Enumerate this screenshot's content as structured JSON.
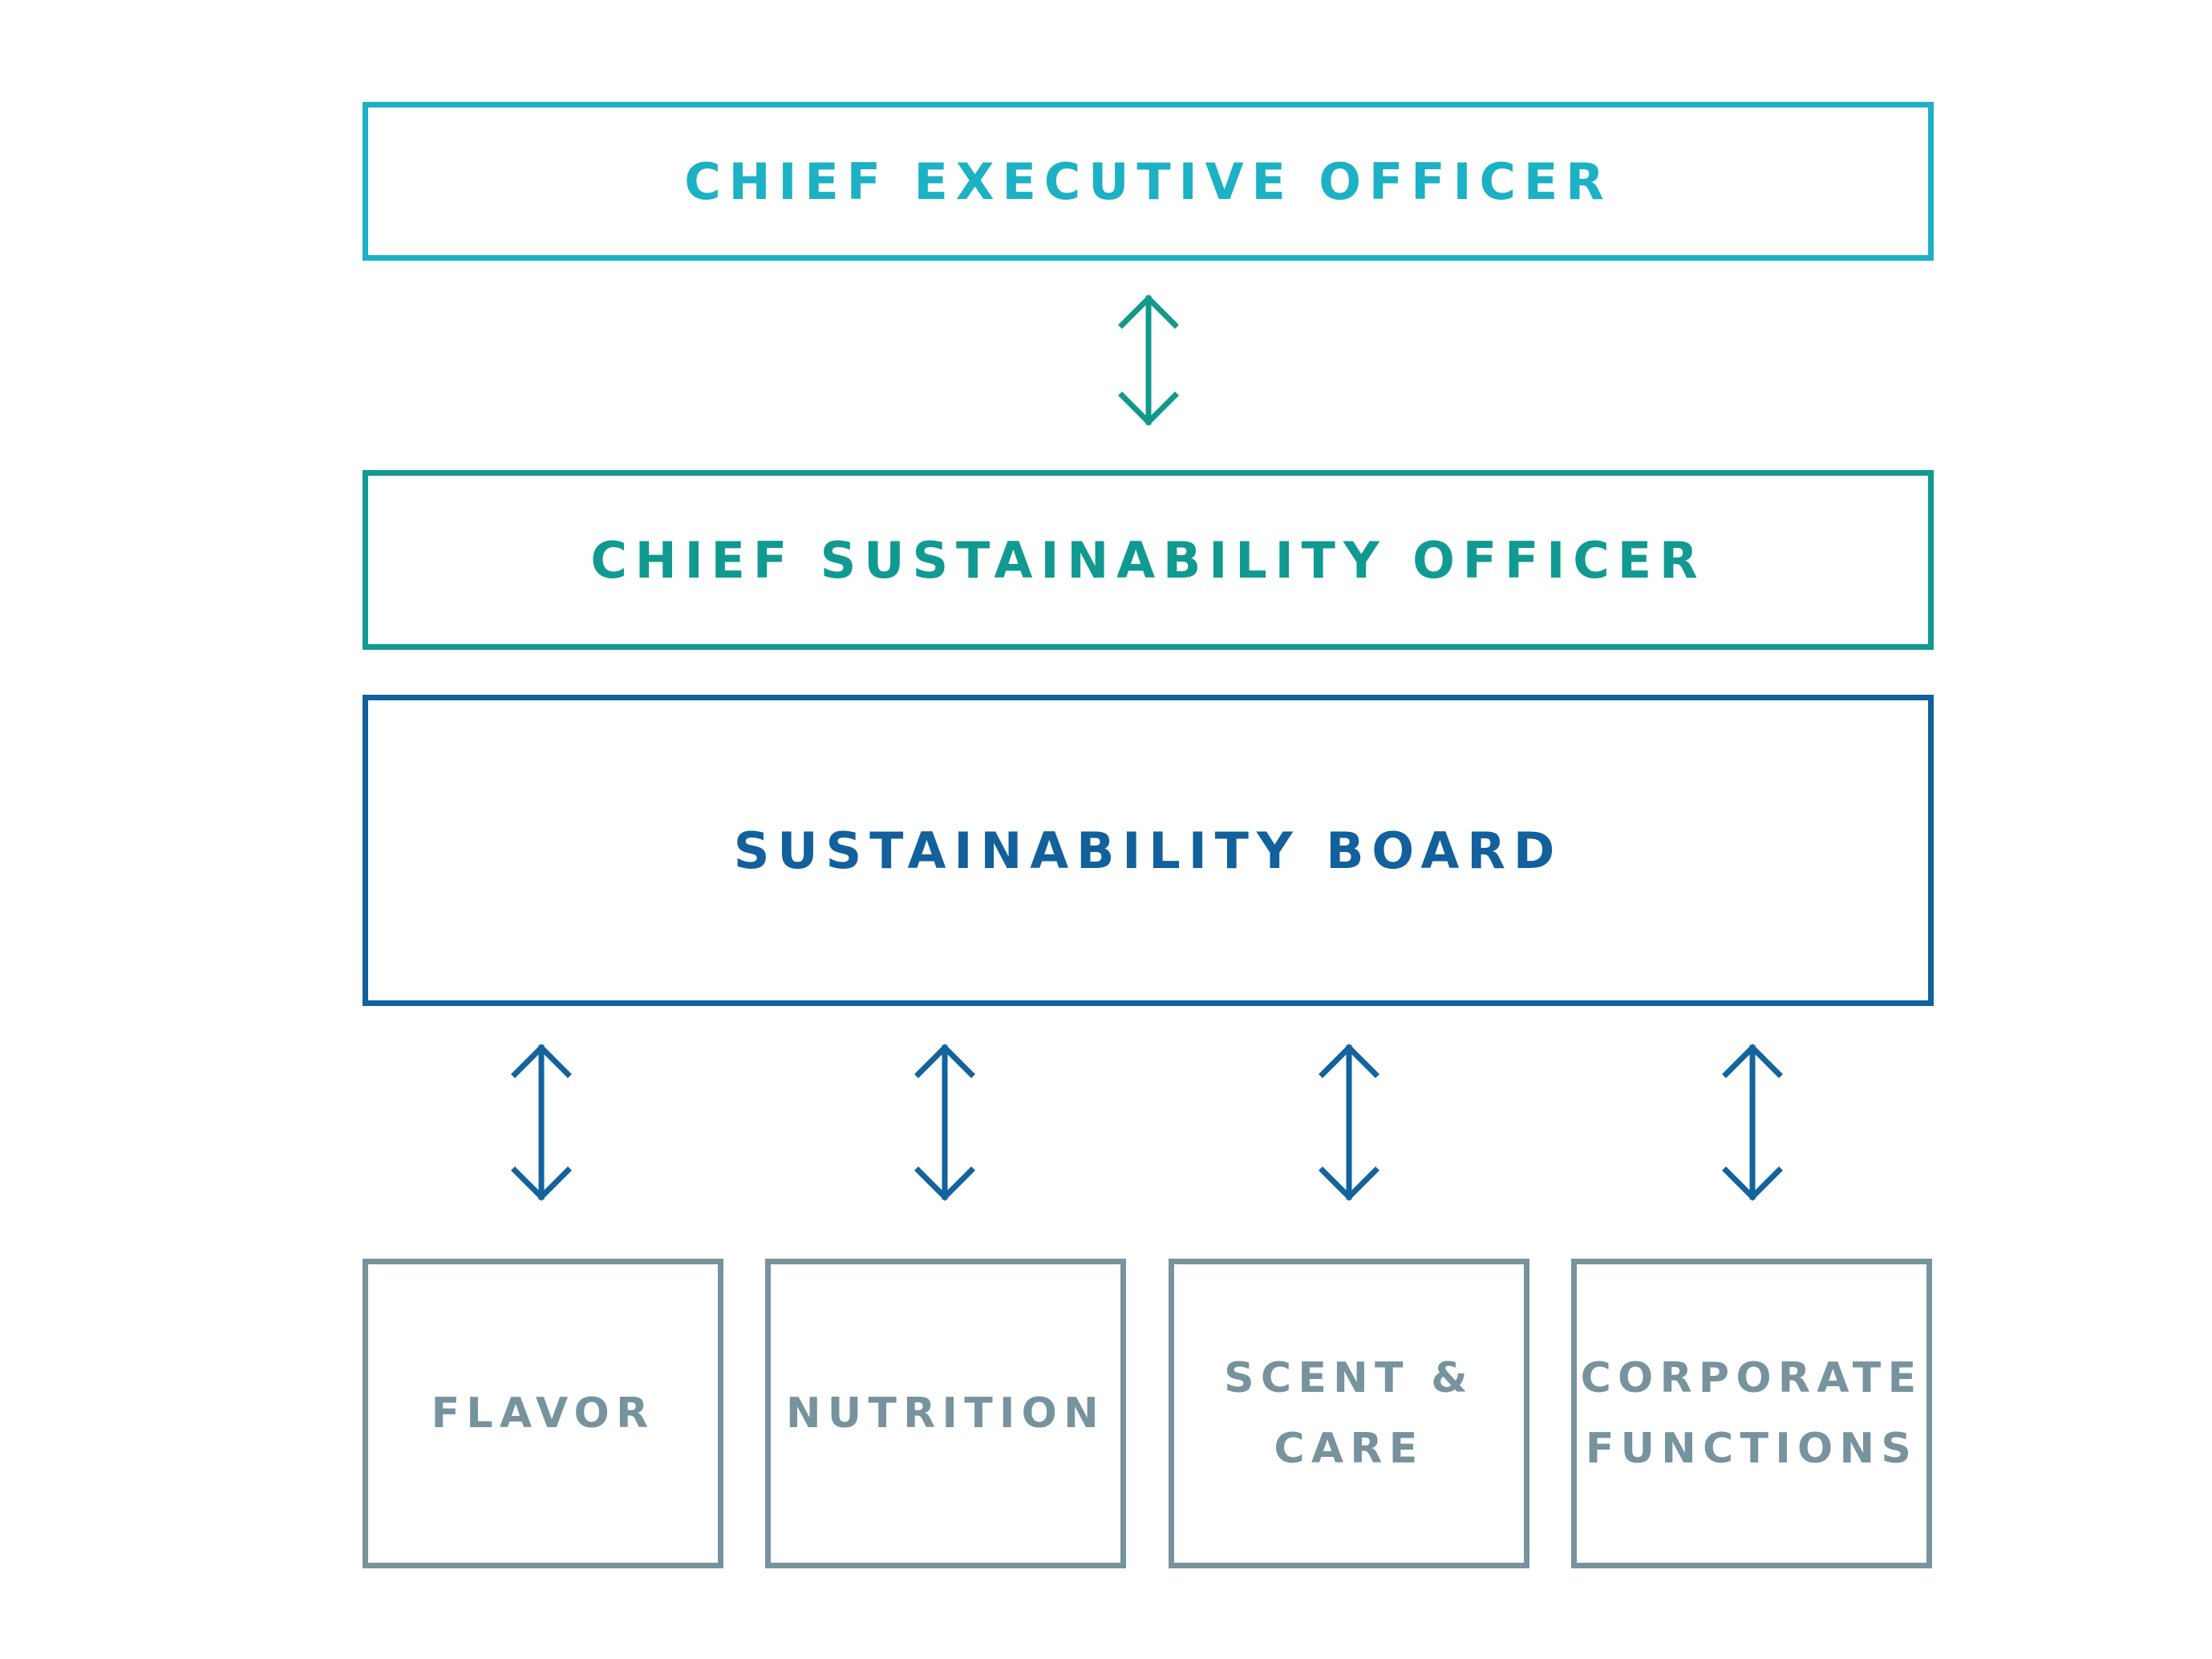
{
  "colors": {
    "ceo": "#1cb1c4",
    "cso": "#109a91",
    "board": "#12609c",
    "units": "#77939d",
    "arrow_top": "#119a8c",
    "arrow_bottom": "#13639d"
  },
  "ceo": {
    "label": "CHIEF EXECUTIVE OFFICER"
  },
  "cso": {
    "label": "CHIEF SUSTAINABILITY OFFICER"
  },
  "board": {
    "label": "SUSTAINABILITY BOARD"
  },
  "units": [
    {
      "line1": "FLAVOR",
      "line2": ""
    },
    {
      "line1": "NUTRITION",
      "line2": ""
    },
    {
      "line1": "SCENT &",
      "line2": "CARE"
    },
    {
      "line1": "CORPORATE",
      "line2": "FUNCTIONS"
    }
  ],
  "icons": {
    "arrow": "double-headed-vertical-arrow-icon"
  }
}
